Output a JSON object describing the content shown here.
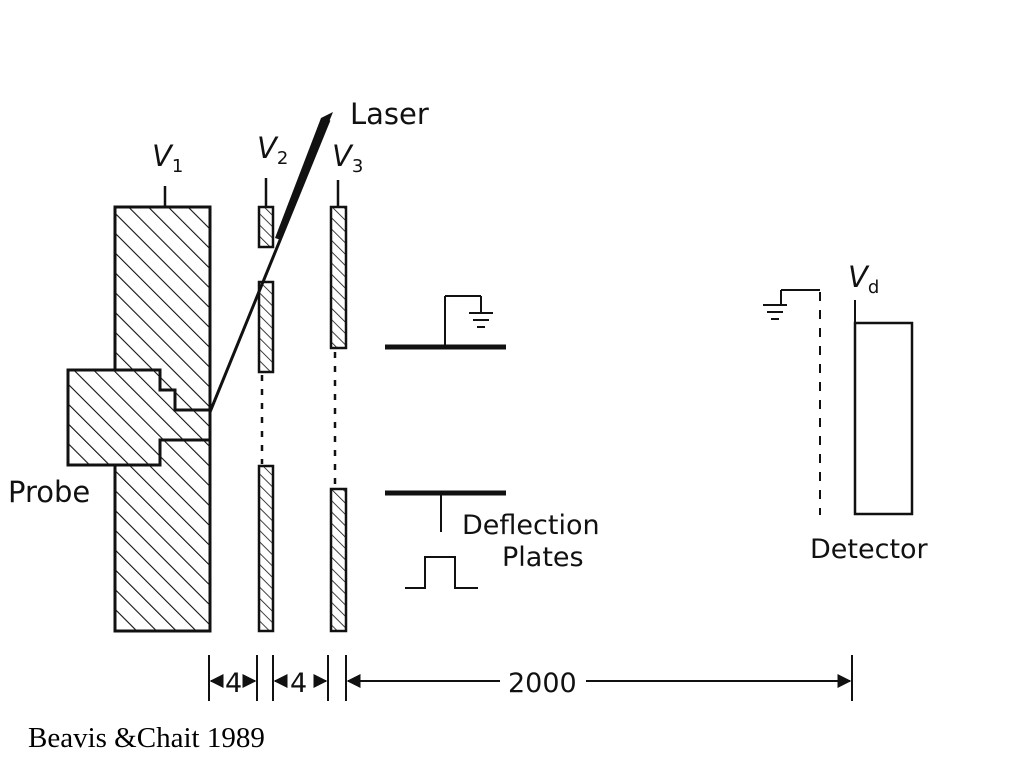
{
  "labels": {
    "laser": "Laser",
    "v1_base": "V",
    "v1_sub": "1",
    "v2_base": "V",
    "v2_sub": "2",
    "v3_base": "V",
    "v3_sub": "3",
    "vd_base": "V",
    "vd_sub": "d",
    "probe": "Probe",
    "deflection_line1": "Deflection",
    "deflection_line2": "Plates",
    "detector": "Detector"
  },
  "dimensions": {
    "gap_1": "4",
    "gap_2": "4",
    "drift_length": "2000"
  },
  "citation": "Beavis &Chait 1989",
  "colors": {
    "ink": "#111111",
    "background": "#ffffff"
  }
}
